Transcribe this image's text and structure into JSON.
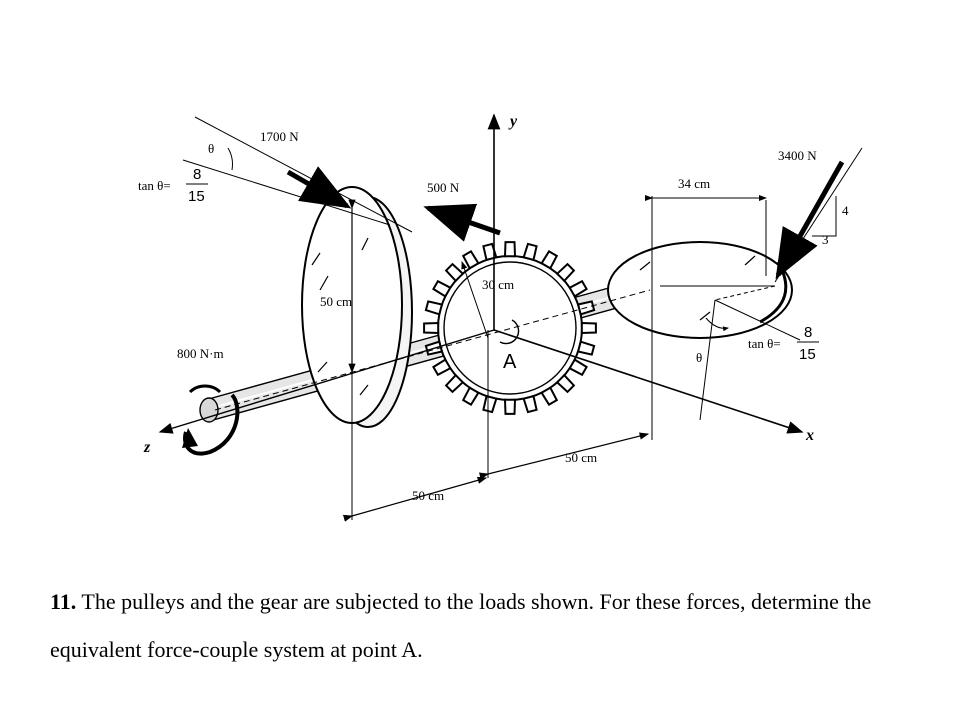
{
  "labels": {
    "force_1700": "1700 N",
    "force_500": "500 N",
    "force_3400": "3400 N",
    "couple_800": "800 N·m",
    "dim_34": "34 cm",
    "dim_30": "30 cm",
    "dim_50_pulley": "50 cm",
    "dim_50_bottom_right": "50 cm",
    "dim_50_bottom_left": "50 cm",
    "axis_x": "x",
    "axis_y": "y",
    "axis_z": "z",
    "point_a": "A",
    "theta": "θ",
    "tan_theta": "tan θ=",
    "frac_num": "8",
    "frac_den": "15",
    "slope_4": "4",
    "slope_3": "3"
  },
  "problem": {
    "number": "11.",
    "text": " The pulleys and the gear are subjected to the loads shown. For these forces, determine the equivalent force-couple system at point A."
  }
}
